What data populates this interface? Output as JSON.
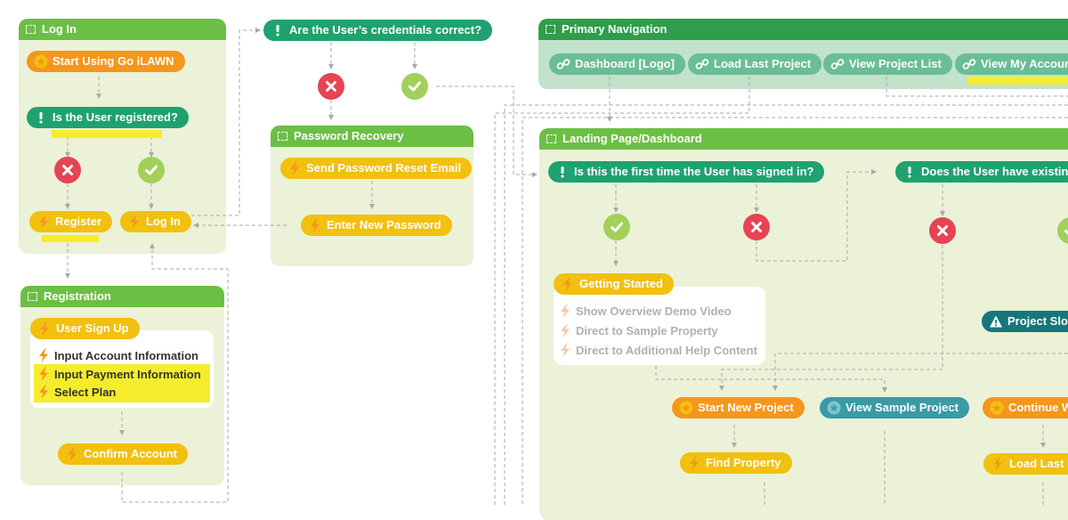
{
  "groups": {
    "login": {
      "title": "Log In"
    },
    "registration": {
      "title": "Registration"
    },
    "password_recovery": {
      "title": "Password Recovery"
    },
    "primary_navigation": {
      "title": "Primary Navigation"
    },
    "landing": {
      "title": "Landing Page/Dashboard"
    }
  },
  "nodes": {
    "start": "Start Using Go iLAWN",
    "is_registered": "Is the User registered?",
    "register": "Register",
    "login_action": "Log In",
    "credentials_question": "Are the User’s credentials correct?",
    "send_reset": "Send Password Reset Email",
    "enter_new_password": "Enter New Password",
    "user_sign_up": "User Sign Up",
    "input_account": "Input Account Information",
    "input_payment": "Input Payment Information",
    "select_plan": "Select Plan",
    "confirm_account": "Confirm Account",
    "nav_dashboard": "Dashboard [Logo]",
    "nav_load_last": "Load Last Project",
    "nav_view_list": "View Project List",
    "nav_view_account": "View My Account",
    "first_time_question": "Is this the first time the User has signed in?",
    "existing_question": "Does the User have existing",
    "getting_started": "Getting Started",
    "show_demo": "Show Overview Demo Video",
    "direct_sample": "Direct to Sample Property",
    "direct_help": "Direct to Additional Help Content",
    "project_slot": "Project Slo",
    "start_new_project": "Start New Project",
    "view_sample_project": "View Sample Project",
    "continue_work": "Continue W",
    "find_property": "Find Property",
    "load_last_p": "Load Last P"
  },
  "colors": {
    "group_header": "#6cbf45",
    "group_body": "#ebf2d8",
    "nav_header": "#2e9e4a",
    "nav_body": "#c3e2cc",
    "decision": "#1fa26f",
    "start": "#f5961d",
    "action": "#f2c00e",
    "no": "#e64453",
    "yes": "#a3cf5b",
    "highlight": "#f5ec2b"
  },
  "icons": [
    "frame-icon",
    "star-icon",
    "exclamation-icon",
    "bolt-icon",
    "x-icon",
    "check-icon",
    "link-icon",
    "warning-icon",
    "globe-icon"
  ]
}
